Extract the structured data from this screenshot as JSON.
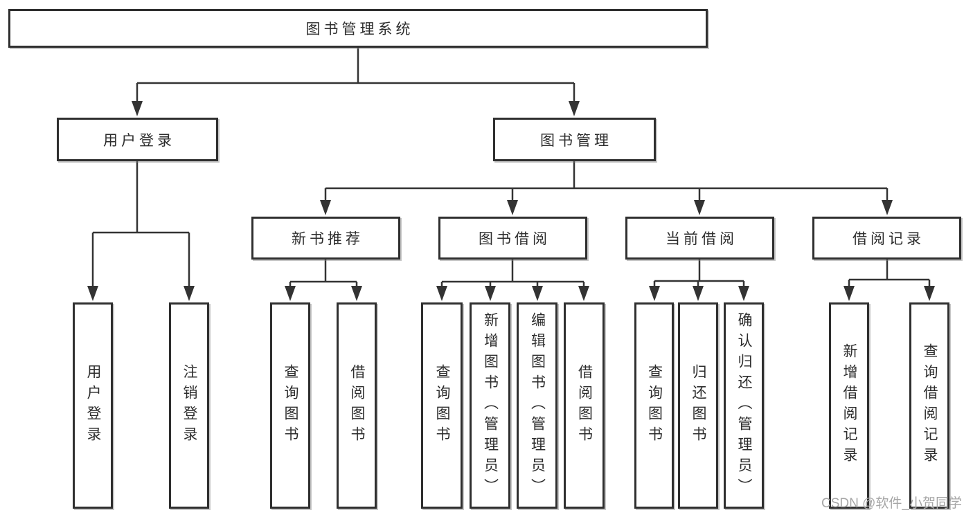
{
  "diagram": {
    "root": {
      "label": "图书管理系统"
    },
    "branches": [
      {
        "label": "用户登录",
        "children": [
          {
            "label": "用户登录"
          },
          {
            "label": "注销登录"
          }
        ]
      },
      {
        "label": "图书管理",
        "children": [
          {
            "label": "新书推荐",
            "children": [
              {
                "label": "查询图书"
              },
              {
                "label": "借阅图书"
              }
            ]
          },
          {
            "label": "图书借阅",
            "children": [
              {
                "label": "查询图书"
              },
              {
                "label": "新增图书（管理员）"
              },
              {
                "label": "编辑图书（管理员）"
              },
              {
                "label": "借阅图书"
              }
            ]
          },
          {
            "label": "当前借阅",
            "children": [
              {
                "label": "查询图书"
              },
              {
                "label": "归还图书"
              },
              {
                "label": "确认归还（管理员）"
              }
            ]
          },
          {
            "label": "借阅记录",
            "children": [
              {
                "label": "新增借阅记录"
              },
              {
                "label": "查询借阅记录"
              }
            ]
          }
        ]
      }
    ],
    "watermark": "CSDN @软件_小贺同学",
    "colors": {
      "line": "#333333",
      "box_border": "#2f2f2f",
      "box_fill": "#ffffff",
      "text": "#2d2d2d",
      "watermark": "#a6a6a6"
    }
  }
}
